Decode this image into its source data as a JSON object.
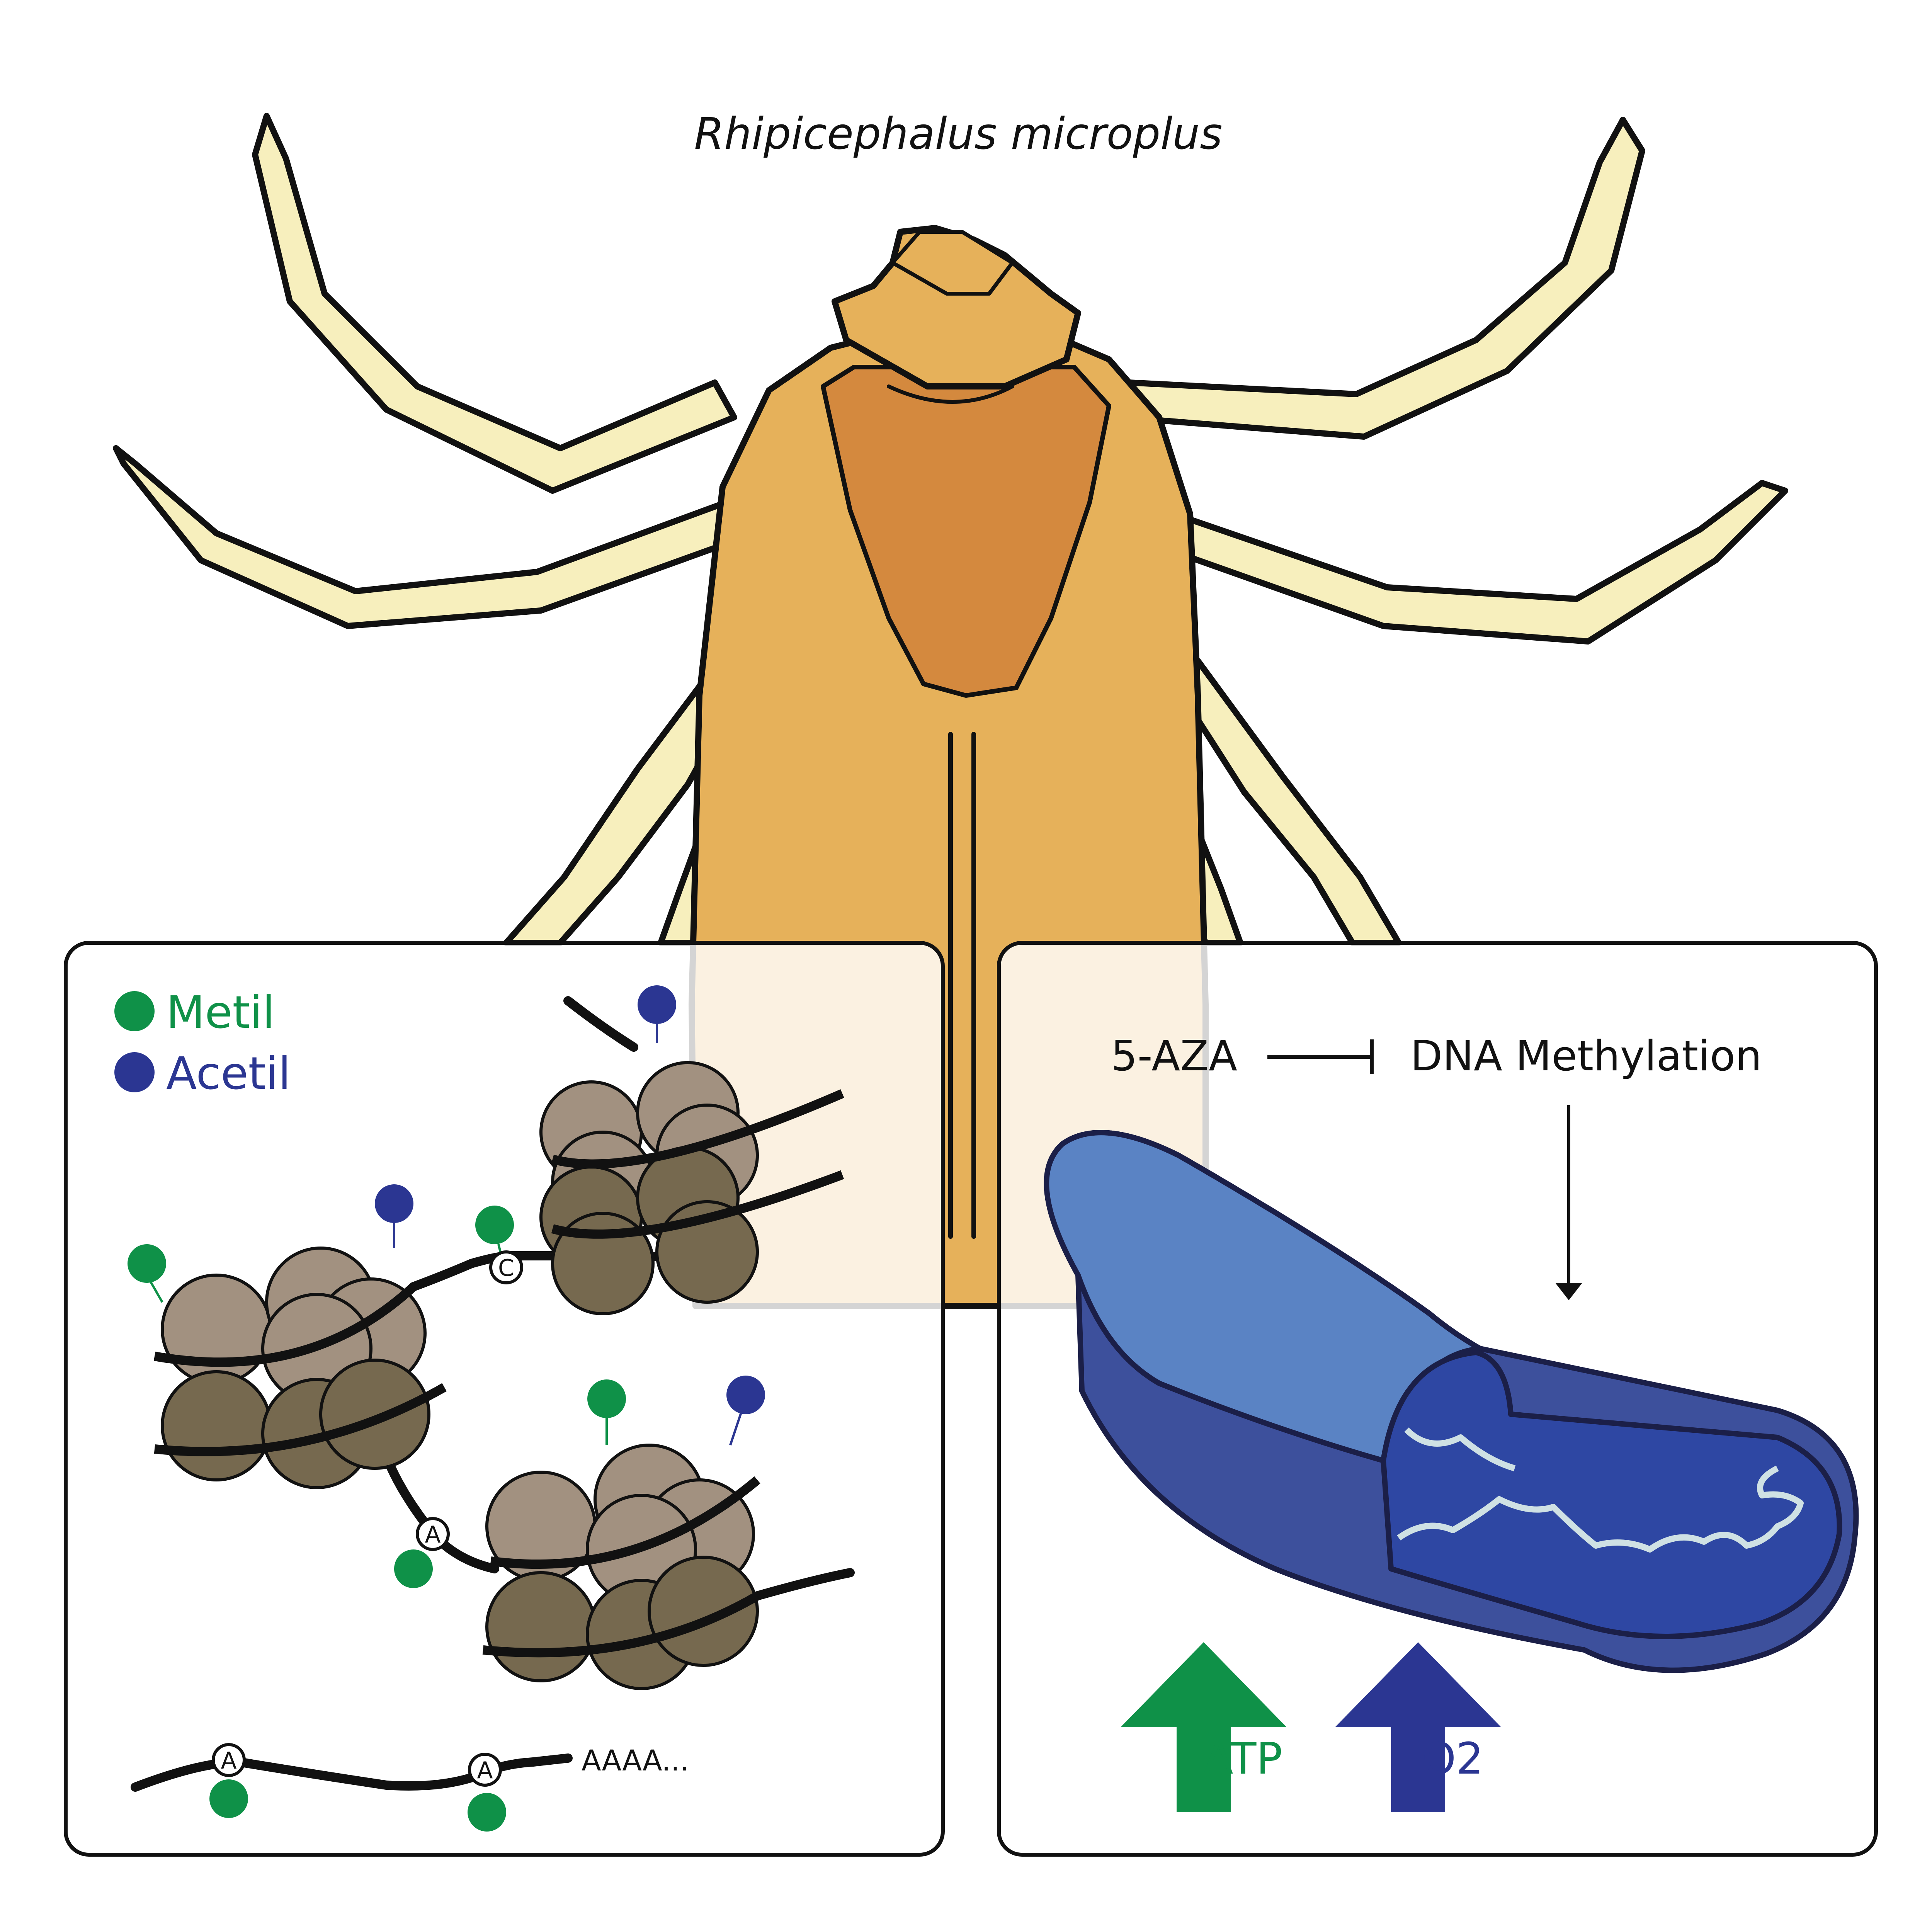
{
  "title": "Rhipicephalus microplus",
  "left_panel": {
    "legend": [
      {
        "label": "Metil",
        "color": "#0f9148"
      },
      {
        "label": "Acetil",
        "color": "#2b3692"
      }
    ],
    "nucleotide_marks": {
      "c": "C",
      "a": "A"
    },
    "poly_a": "AAAA..."
  },
  "right_panel": {
    "inhibitor": "5-AZA",
    "target": "DNA Methylation",
    "outputs": [
      {
        "label": "ATP",
        "color": "#0f9148",
        "direction": "up"
      },
      {
        "label": "O2",
        "color": "#2b3692",
        "direction": "up"
      }
    ]
  },
  "colors": {
    "tick_body": "#e6b15a",
    "tick_scutum": "#d4893e",
    "tick_leg": "#f7efbd",
    "histone": "#a29180",
    "histone_dark": "#76694f",
    "mito_outer": "#5a83c4",
    "mito_dark": "#3d509c",
    "mito_inner": "#2e47a3"
  }
}
